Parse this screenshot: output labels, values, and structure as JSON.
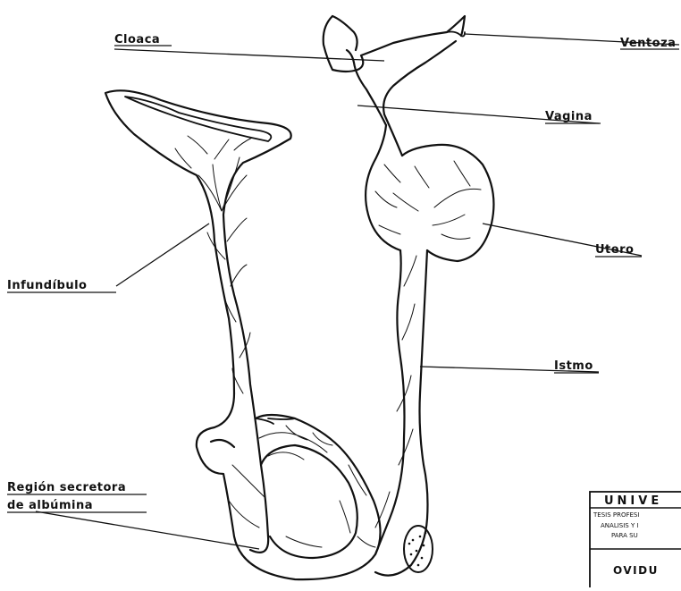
{
  "labels": {
    "cloaca": "Cloaca",
    "ventosa": "Ventoza",
    "vagina": "Vagina",
    "utero": "Utero",
    "infundibulo": "Infundíbulo",
    "istmo": "Istmo",
    "albumina_line1": "Región secretora",
    "albumina_line2": "de albúmina"
  },
  "stamp": {
    "title": "UNIVE",
    "line1": "TESIS PROFESI",
    "line2": "ANALISIS Y I",
    "line3": "PARA SU",
    "bottom": "OVIDU"
  },
  "colors": {
    "ink": "#111111",
    "paper": "#ffffff"
  }
}
